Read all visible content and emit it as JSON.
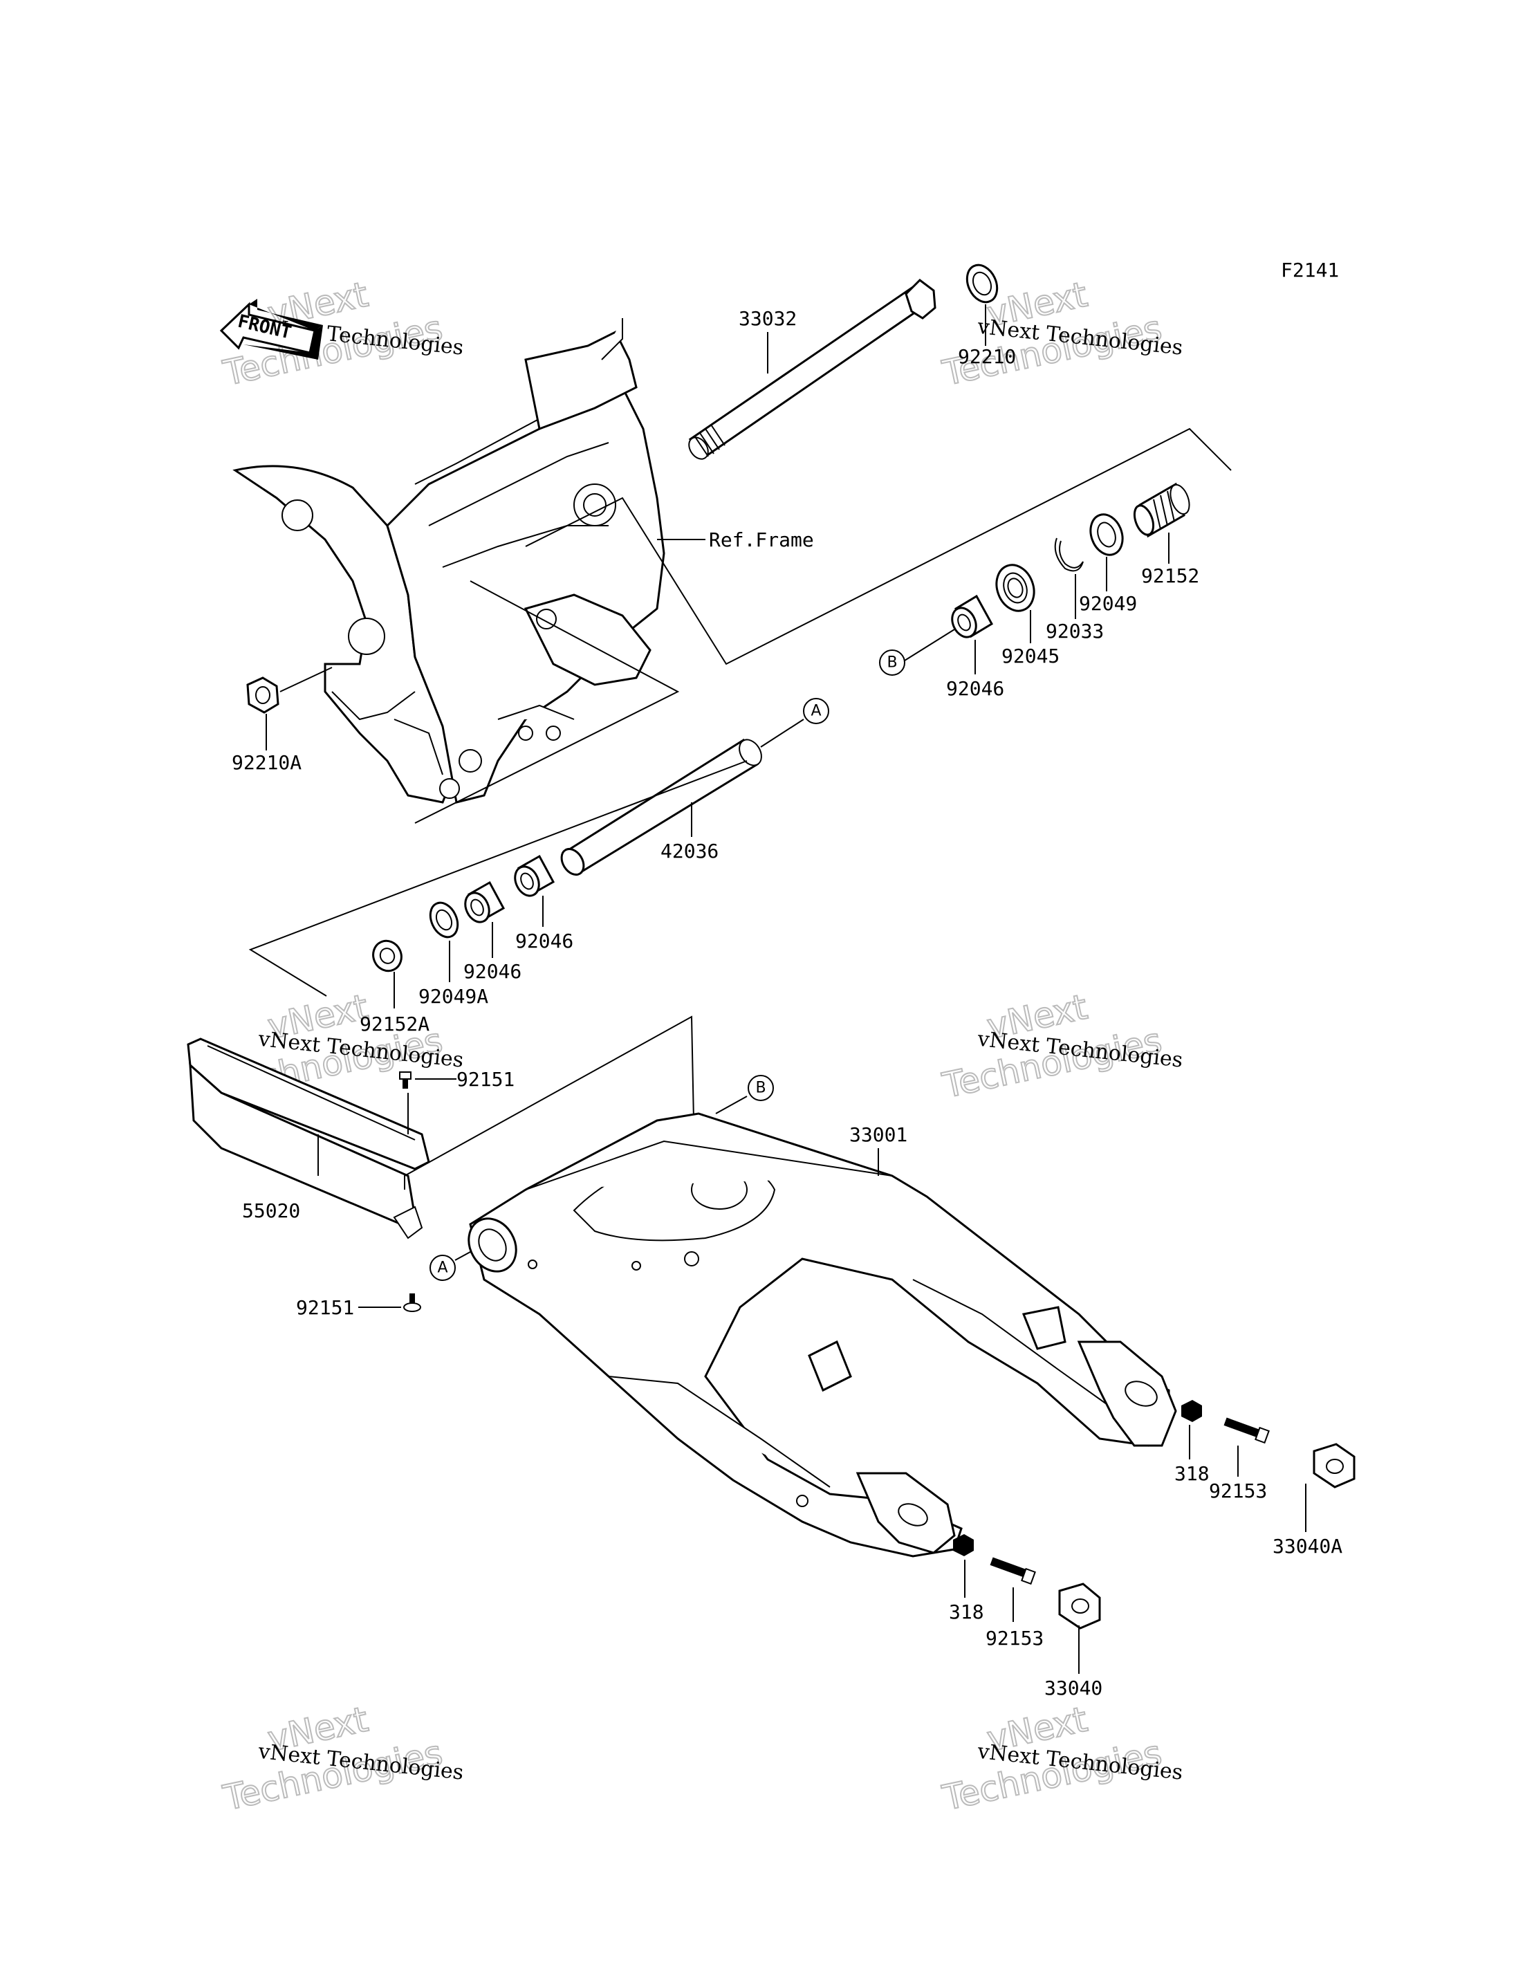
{
  "diagram_id": "F2141",
  "front_label": "FRONT",
  "ref_label": "Ref.Frame",
  "parts": [
    {
      "id": "p-33032",
      "number": "33032"
    },
    {
      "id": "p-92210",
      "number": "92210"
    },
    {
      "id": "p-92210A",
      "number": "92210A"
    },
    {
      "id": "p-92152",
      "number": "92152"
    },
    {
      "id": "p-92049",
      "number": "92049"
    },
    {
      "id": "p-92033",
      "number": "92033"
    },
    {
      "id": "p-92045",
      "number": "92045"
    },
    {
      "id": "p-92046-top",
      "number": "92046"
    },
    {
      "id": "p-42036",
      "number": "42036"
    },
    {
      "id": "p-92046-mid",
      "number": "92046"
    },
    {
      "id": "p-92046-low",
      "number": "92046"
    },
    {
      "id": "p-92049A",
      "number": "92049A"
    },
    {
      "id": "p-92152A",
      "number": "92152A"
    },
    {
      "id": "p-92151-top",
      "number": "92151"
    },
    {
      "id": "p-55020",
      "number": "55020"
    },
    {
      "id": "p-92151-bot",
      "number": "92151"
    },
    {
      "id": "p-33001",
      "number": "33001"
    },
    {
      "id": "p-318-right",
      "number": "318"
    },
    {
      "id": "p-92153-right",
      "number": "92153"
    },
    {
      "id": "p-33040A",
      "number": "33040A"
    },
    {
      "id": "p-318-left",
      "number": "318"
    },
    {
      "id": "p-92153-left",
      "number": "92153"
    },
    {
      "id": "p-33040",
      "number": "33040"
    }
  ],
  "callouts": {
    "a": "A",
    "b": "B"
  },
  "watermark": {
    "line1": "vNext Technologies",
    "line2": "vNext",
    "line3": "Technologies"
  }
}
